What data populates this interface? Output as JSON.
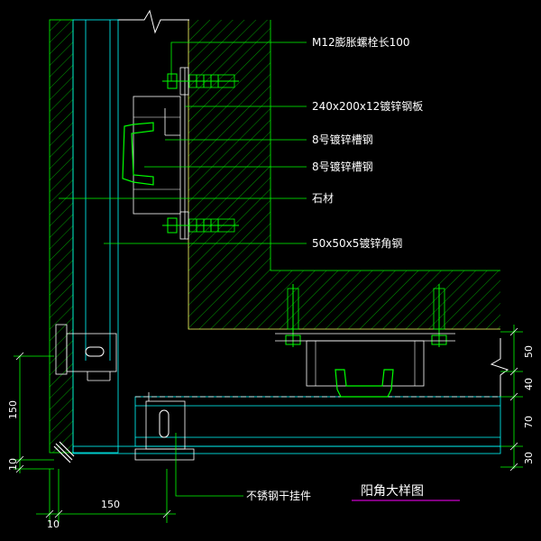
{
  "title": "阳角大样图",
  "labels": {
    "bolt": "M12膨胀螺栓长100",
    "plate": "240x200x12镀锌钢板",
    "channel_a": "8号镀锌槽钢",
    "channel_b": "8号镀锌槽钢",
    "stone": "石材",
    "angle": "50x50x5镀锌角钢",
    "hanger": "不锈钢干挂件"
  },
  "dimensions": {
    "left_vertical": "150",
    "left_small": "10",
    "bottom_horizontal": "150",
    "bottom_small": "10",
    "right_1": "50",
    "right_2": "40",
    "right_3": "70",
    "right_4": "30"
  },
  "colors": {
    "background": "#000000",
    "concrete": "#00ff00",
    "hatch": "#00ff00",
    "stone": "#00ffff",
    "steel": "#ffffff",
    "bolt": "#00ff00",
    "leader": "#00ff00",
    "dimension": "#00ff00",
    "title_underline": "#ff00ff"
  }
}
